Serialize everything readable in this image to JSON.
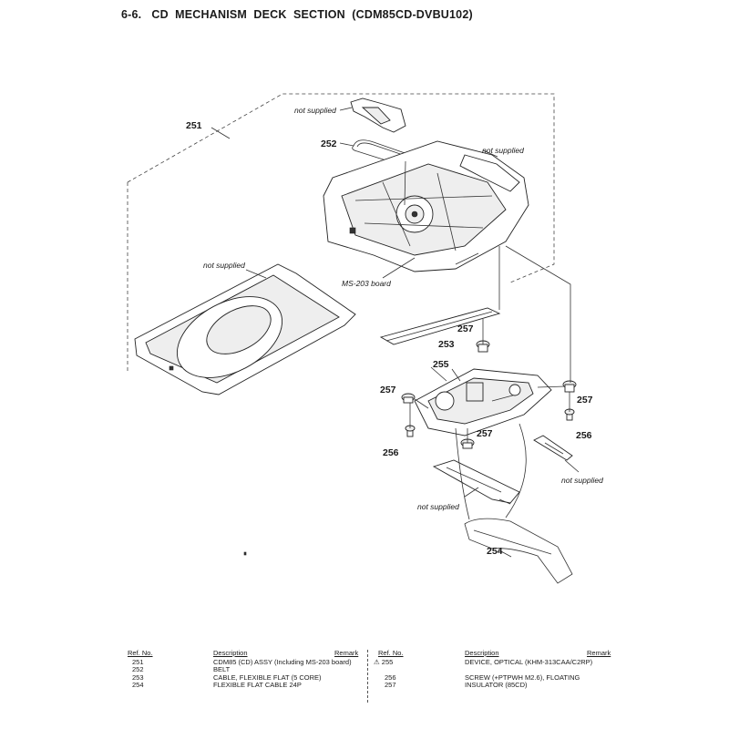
{
  "page": {
    "title": "6-6.   CD  MECHANISM  DECK  SECTION  (CDM85CD-DVBU102)"
  },
  "diagram": {
    "callouts": {
      "c251": "251",
      "c252": "252",
      "c253": "253",
      "c254": "254",
      "c255": "255",
      "c256a": "256",
      "c256b": "256",
      "c257a": "257",
      "c257b": "257",
      "c257c": "257",
      "c257d": "257"
    },
    "labels": {
      "ns_top": "not supplied",
      "ns_right": "not supplied",
      "ns_tray": "not supplied",
      "ns_bottom_right": "not supplied",
      "ns_bottom": "not supplied",
      "ms203": "MS-203 board"
    }
  },
  "parts_table": {
    "headers": {
      "ref": "Ref. No.",
      "desc": "Description",
      "remark": "Remark"
    },
    "left": [
      {
        "ref": "251",
        "desc": "CDM85 (CD) ASSY (Including MS-203 board)",
        "remark": ""
      },
      {
        "ref": "252",
        "desc": "BELT",
        "remark": ""
      },
      {
        "ref": "253",
        "desc": "CABLE, FLEXIBLE FLAT (5 CORE)",
        "remark": ""
      },
      {
        "ref": "254",
        "desc": "FLEXIBLE FLAT CABLE 24P",
        "remark": ""
      }
    ],
    "right": [
      {
        "ref": "⚠ 255",
        "desc": "DEVICE, OPTICAL (KHM-313CAA/C2RP)",
        "remark": ""
      },
      {
        "ref": "256",
        "desc": "SCREW (+PTPWH M2.6), FLOATING",
        "remark": ""
      },
      {
        "ref": "257",
        "desc": "INSULATOR (85CD)",
        "remark": ""
      }
    ]
  }
}
